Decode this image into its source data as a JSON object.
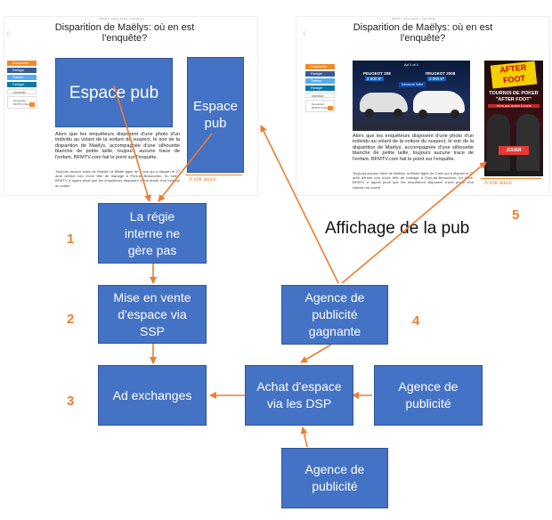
{
  "left_page": {
    "breadcrumb": [
      "BFMTV",
      "Police-Justice",
      "Faits Divers"
    ],
    "title": "Disparition de Maëlys: où en est l'enquête?",
    "share_buttons": [
      "Commenter",
      "Partager",
      "Tweeter",
      "Partager",
      "Imprimer"
    ],
    "newsletter": "Newsletter BFMTV Police",
    "paragraph": "Alors que les enquêteurs disposent d'une photo d'un individu au volant de la voiture du suspect, le soir de la disparition de Maëlys, accompagnée d'une silhouette blanche de petite taille, toujours aucune trace de l'enfant. BFMTV.com fait le point sur l'enquête.",
    "paragraph2": "Toujours aucune trace de Maëlys. la fillette âgée de 9 ans qui a disparu le 27 août dernier lors d'une fête de mariage à Pont-de-Beauvoisin, en Isère. BFMTV a appris jeudi que les enquêteurs disposent d'une photo d'un individu au volant",
    "a_voir_aussi": "A voir aussi"
  },
  "right_page": {
    "breadcrumb": [
      "BFMTV",
      "Police-Justice",
      "Faits Divers"
    ],
    "title": "Disparition de Maëlys: où en est l'enquête?",
    "share_buttons": [
      "Commenter",
      "Partager",
      "Tweeter",
      "Partager",
      "Imprimer"
    ],
    "newsletter": "Newsletter BFMTV Police",
    "paragraph": "Alors que les enquêteurs disposent d'une photo d'un individu au volant de la voiture du suspect, le soir de la disparition de Maëlys, accompagnée d'une silhouette blanche de petite taille, toujours aucune trace de l'enfant. BFMTV.com fait le point sur l'enquête.",
    "paragraph2": "Toujours aucune trace de Maëlys. la fillette âgée de 9 ans qui a disparu le 27 août dernier lors d'une fête de mariage à Pont-de-Beauvoisin, en Isère. BFMTV a appris jeudi que les enquêteurs disposent d'une photo d'un individu au volant",
    "a_voir_aussi": "A voir aussi",
    "ad_banner": {
      "counter": "Ad 1 of 1",
      "car1": "PEUGEOT 208",
      "car1_price": "2 600 €*",
      "car2": "PEUGEOT 2008",
      "car2_price": "3 000 €*",
      "cta": "Découvrir l'offre"
    },
    "ad_side": {
      "brand1": "AFTER",
      "brand2": "FOOT",
      "line1": "TOURNOI DE POKER",
      "line2": "\"AFTER FOOT\"",
      "line3": "TOUS LES JEUDIS À 22H45",
      "button": "JOUER"
    }
  },
  "labels": {
    "espace_pub_main": "Espace pub",
    "espace_pub_side": "Espace pub",
    "affichage": "Affichage de la pub"
  },
  "boxes": {
    "regie": "La régie interne ne gère pas",
    "mise_en_vente": "Mise en vente d'espace via SSP",
    "ad_exchanges": "Ad exchanges",
    "achat": "Achat d'espace via les DSP",
    "agence_gagnante": "Agence de publicité gagnante",
    "agence_right": "Agence de publicité",
    "agence_bottom": "Agence de publicité"
  },
  "numbers": [
    "1",
    "2",
    "3",
    "4",
    "5"
  ],
  "colors": {
    "box": "#4472c4",
    "box_border": "#2f5597",
    "accent": "#ed7d31",
    "arrow": "#ed7d31"
  }
}
